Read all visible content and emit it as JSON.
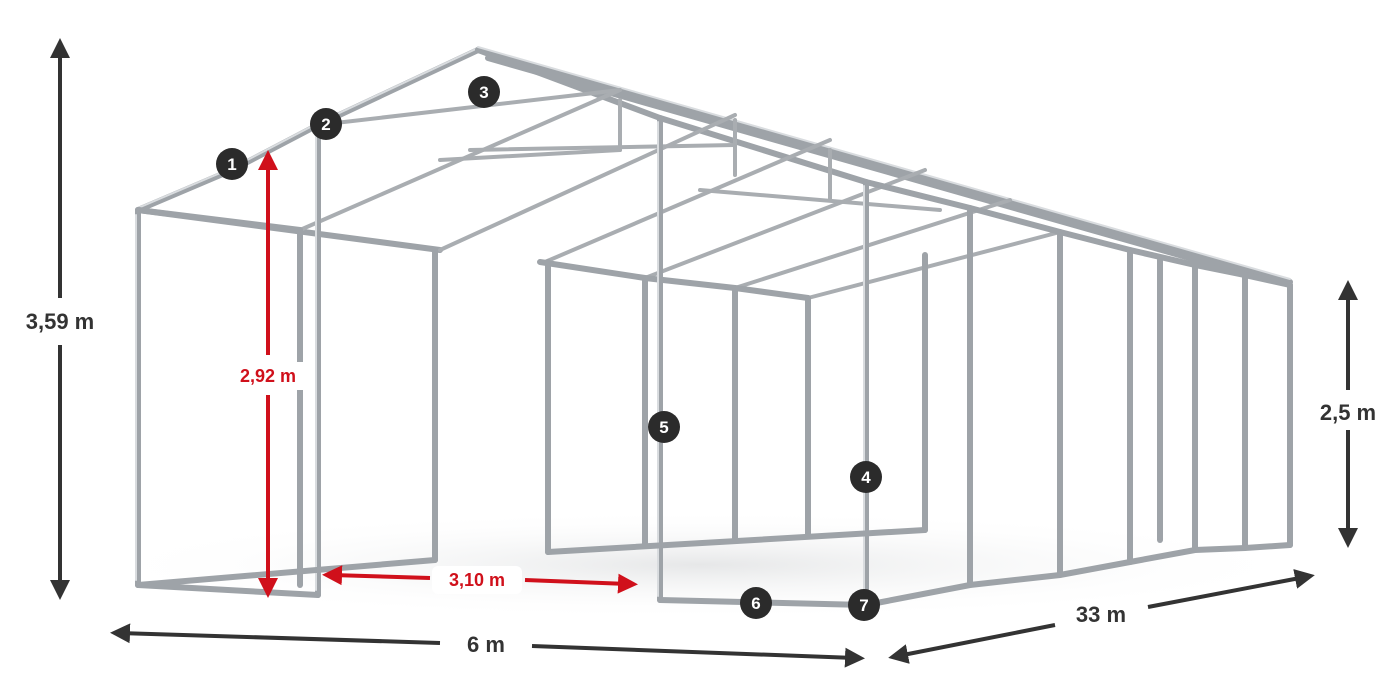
{
  "dimensions": {
    "total_height": "3,59 m",
    "side_height": "2,5 m",
    "inner_height": "2,92 m",
    "door_width": "3,10 m",
    "width": "6 m",
    "length": "33 m"
  },
  "markers": [
    "1",
    "2",
    "3",
    "4",
    "5",
    "6",
    "7"
  ],
  "colors": {
    "frame": "#9ea3a8",
    "arrow_dark": "#333333",
    "arrow_red": "#d0101b",
    "badge": "#2b2b2b"
  }
}
